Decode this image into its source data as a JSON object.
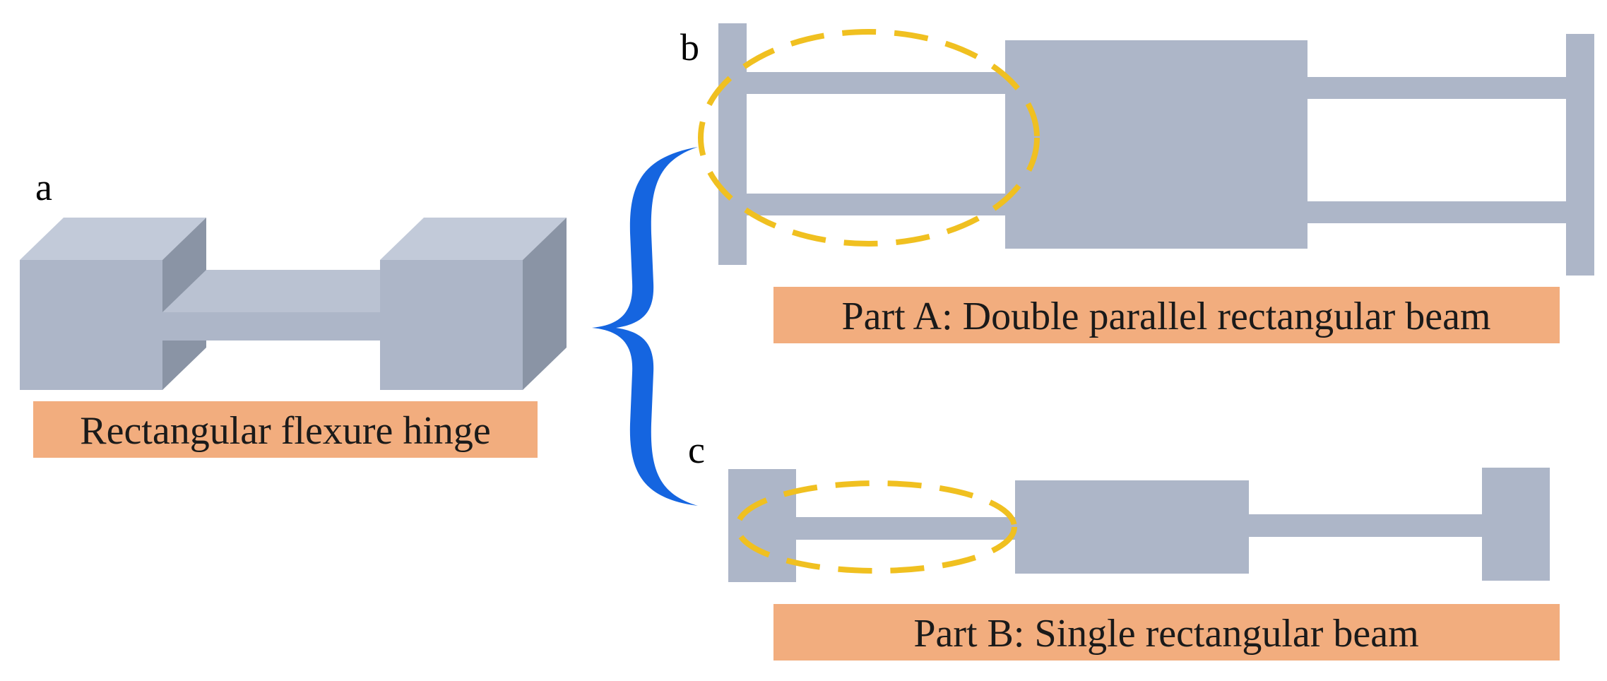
{
  "panels": {
    "a": {
      "letter": "a",
      "caption": "Rectangular flexure hinge"
    },
    "b": {
      "letter": "b",
      "caption": "Part A: Double parallel rectangular beam"
    },
    "c": {
      "letter": "c",
      "caption": "Part B: Single rectangular beam"
    }
  },
  "colors": {
    "beam": "#adb6c8",
    "block_top": "#c2cad9",
    "block_side": "#8a94a5",
    "label_box": "#f2ad7e",
    "brace": "#1565e0",
    "highlight_ellipse": "#f0c020"
  }
}
